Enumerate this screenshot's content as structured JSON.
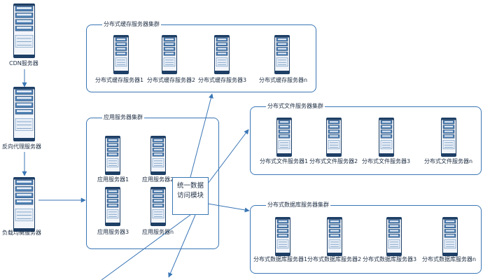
{
  "colors": {
    "line": "#3a76b5",
    "server_dark": "#1e3f66",
    "server_mid": "#4d7fb3",
    "server_light": "#e8eef6"
  },
  "left_chain": {
    "cdn": "CDN服务器",
    "reverse_proxy": "反向代理服务器",
    "load_balancer": "负载均衡服务器"
  },
  "clusters": {
    "cache": {
      "title": "分布式缓存服务器集群",
      "servers": [
        "分布式缓存服务器1",
        "分布式缓存服务器2",
        "分布式缓存服务器3",
        "分布式缓存服务器n"
      ]
    },
    "app": {
      "title": "应用服务器集群",
      "servers": [
        "应用服务器1",
        "应用服务器2",
        "应用服务器3",
        "应用服务器n"
      ]
    },
    "file": {
      "title": "分布式文件服务器集群",
      "servers": [
        "分布式文件服务器1",
        "分布式文件服务器2",
        "分布式文件服务器3",
        "分布式文件服务器n"
      ]
    },
    "db": {
      "title": "分布式数据库服务器集群",
      "servers": [
        "分布式数据库服务器1",
        "分布式数据库服务器2",
        "分布式数据库服务器3",
        "分布式数据库服务器n"
      ]
    }
  },
  "unified_module": {
    "line1": "统一数据",
    "line2": "访问模块"
  }
}
